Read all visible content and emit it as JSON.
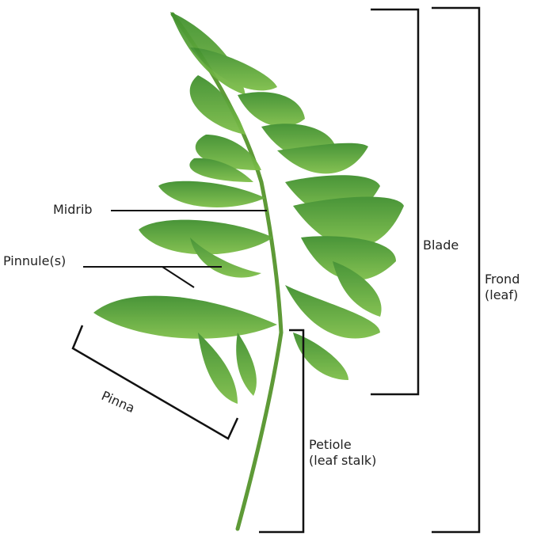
{
  "labels": {
    "midrib": "Midrib",
    "pinnule": "Pinnule(s)",
    "blade": "Blade",
    "frond_line1": "Frond",
    "frond_line2": "(leaf)",
    "petiole_line1": "Petiole",
    "petiole_line2": "(leaf stalk)",
    "pinna": "Pinna"
  },
  "colors": {
    "leaf_dark": "#3f8f2e",
    "leaf_light": "#7fbf4a",
    "stem": "#5e9a37",
    "line": "#111111"
  }
}
